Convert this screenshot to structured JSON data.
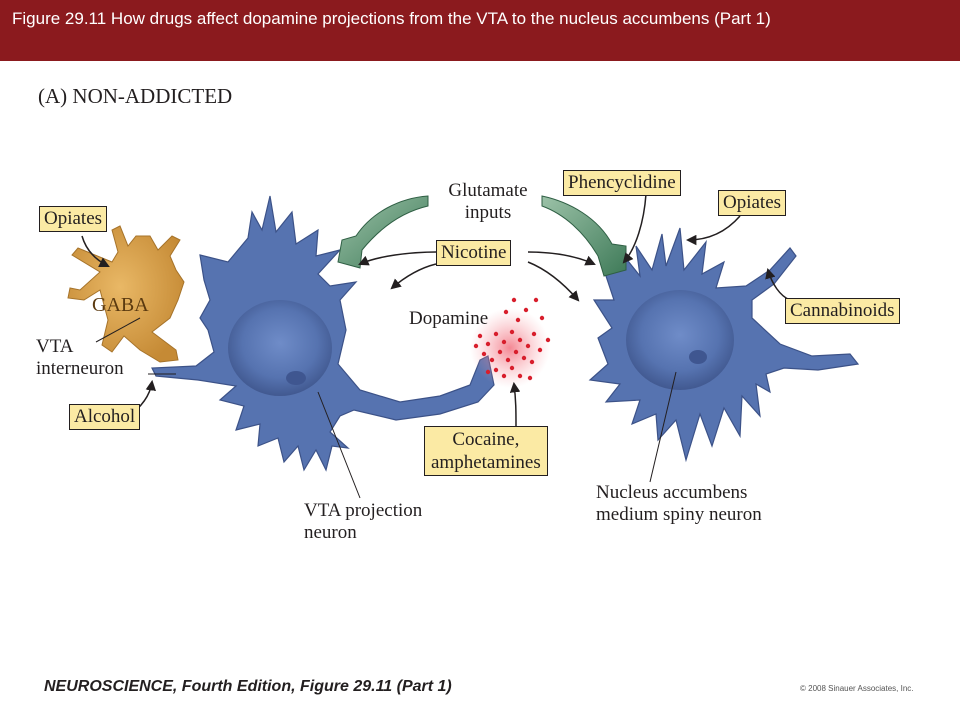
{
  "header": {
    "title": "Figure 29.11 How drugs affect dopamine projections from the VTA to the nucleus accumbens (Part 1)"
  },
  "figure": {
    "panel_label": "(A) NON-ADDICTED",
    "labels": {
      "glutamate_inputs": "Glutamate\ninputs",
      "gaba": "GABA",
      "vta_interneuron": "VTA\ninterneuron",
      "dopamine": "Dopamine",
      "vta_projection_neuron": "VTA projection\nneuron",
      "nucleus_accumbens": "Nucleus accumbens\nmedium spiny neuron"
    },
    "drug_boxes": {
      "opiates_left": "Opiates",
      "alcohol": "Alcohol",
      "nicotine": "Nicotine",
      "phencyclidine": "Phencyclidine",
      "opiates_right": "Opiates",
      "cannabinoids": "Cannabinoids",
      "cocaine": "Cocaine,\namphetamines"
    },
    "colors": {
      "neuron_blue": "#5b78b4",
      "interneuron_orange": "#d9a24c",
      "glutamate_green": "#4f8a6a",
      "dopamine_red": "#d81e2c",
      "drug_box_fill": "#fbeaa4",
      "title_bar": "#8b1a1e"
    }
  },
  "footer": {
    "book": "NEUROSCIENCE, Fourth Edition,",
    "figure_ref": " Figure 29.11 (Part 1)",
    "copyright": "© 2008 Sinauer Associates, Inc."
  }
}
